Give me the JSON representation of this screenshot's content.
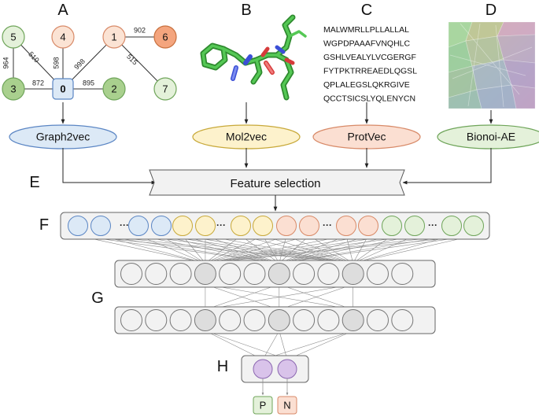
{
  "panel_labels": {
    "A": "A",
    "B": "B",
    "C": "C",
    "D": "D",
    "E": "E",
    "F": "F",
    "G": "G",
    "H": "H"
  },
  "graph": {
    "nodes": [
      {
        "id": "n5",
        "label": "5",
        "group": "green"
      },
      {
        "id": "n4",
        "label": "4",
        "group": "orange"
      },
      {
        "id": "n1",
        "label": "1",
        "group": "orange"
      },
      {
        "id": "n6",
        "label": "6",
        "group": "orange-dark"
      },
      {
        "id": "n3",
        "label": "3",
        "group": "green-dark"
      },
      {
        "id": "n0",
        "label": "0",
        "group": "blue"
      },
      {
        "id": "n2",
        "label": "2",
        "group": "green-dark"
      },
      {
        "id": "n7",
        "label": "7",
        "group": "green"
      }
    ],
    "edges": [
      {
        "from": "n5",
        "to": "n0",
        "weight": "510"
      },
      {
        "from": "n4",
        "to": "n0",
        "weight": "598"
      },
      {
        "from": "n1",
        "to": "n0",
        "weight": "998"
      },
      {
        "from": "n1",
        "to": "n6",
        "weight": "902"
      },
      {
        "from": "n1",
        "to": "n7",
        "weight": "515"
      },
      {
        "from": "n5",
        "to": "n3",
        "weight": "964"
      },
      {
        "from": "n3",
        "to": "n0",
        "weight": "872"
      },
      {
        "from": "n0",
        "to": "n2",
        "weight": "895"
      }
    ]
  },
  "protein_sequence": [
    "MALWMRLLPLLALLAL",
    "WGPDPAAAFVNQHLC",
    "GSHLVEALYLVCGERGF",
    "FYTPKTRREAEDLQGSL",
    "QPLALEGSLQKRGIVE",
    "QCCTSICSLYQLENYCN"
  ],
  "embedders": [
    {
      "label": "Graph2vec",
      "color": "#dce9f6"
    },
    {
      "label": "Mol2vec",
      "color": "#fdf2cc"
    },
    {
      "label": "ProtVec",
      "color": "#fbdfd2"
    },
    {
      "label": "Bionoi-AE",
      "color": "#e4f1da"
    }
  ],
  "feature_selection": "Feature selection",
  "outputs": [
    {
      "label": "P",
      "color": "#e4f1da"
    },
    {
      "label": "N",
      "color": "#fbdfd2"
    }
  ],
  "ellipsis": "···",
  "colors": {
    "blue": "#dce9f6",
    "yellow": "#fdf2cc",
    "orange": "#fbdfd2",
    "green": "#e4f1da",
    "gray": "#efefef",
    "dark_gray": "#dddddd",
    "purple": "#d9c3ea",
    "blue_stroke": "#5b86c4",
    "yellow_stroke": "#c8a93a",
    "orange_stroke": "#d88a68",
    "green_stroke": "#6fa55a",
    "purple_stroke": "#8b67b0"
  }
}
